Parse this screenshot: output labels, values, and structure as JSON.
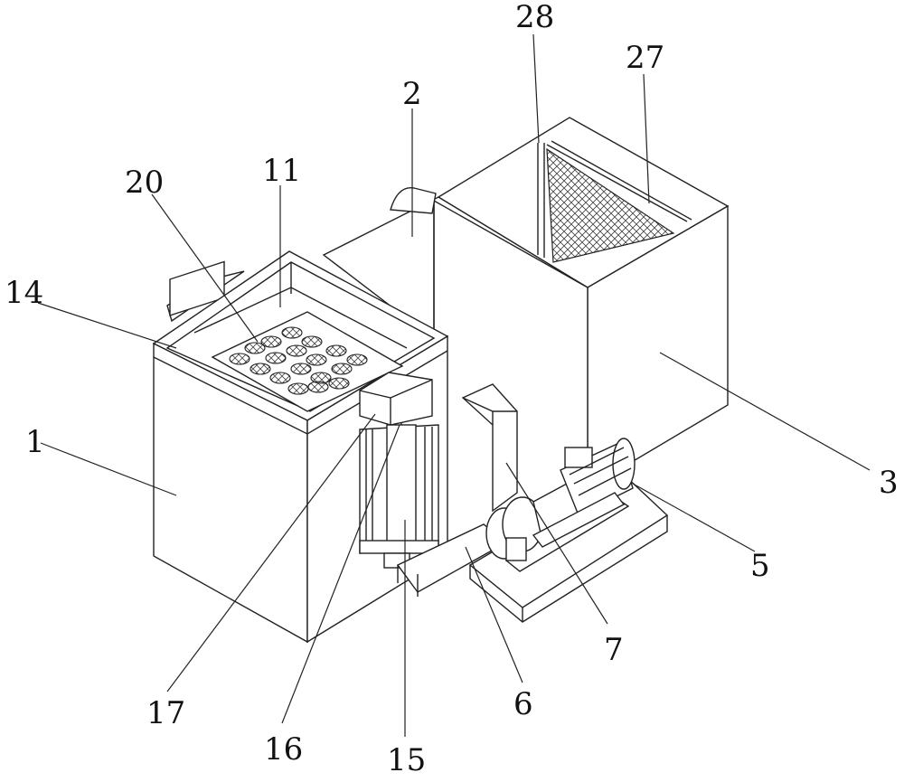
{
  "figure": {
    "labels": [
      "28",
      "27",
      "2",
      "11",
      "20",
      "14",
      "1",
      "3",
      "5",
      "7",
      "6",
      "17",
      "16",
      "15"
    ]
  }
}
